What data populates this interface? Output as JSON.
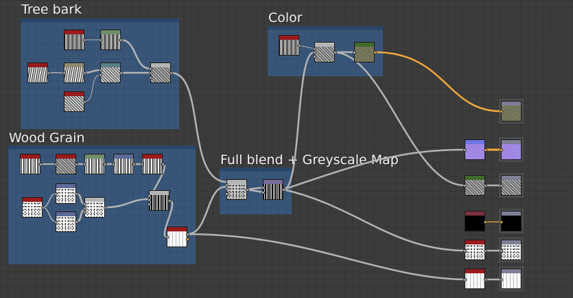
{
  "colors": {
    "background": "#3c3c3c",
    "frame": "#385a82",
    "wire": "#b5b5b5",
    "wire_active": "#f2a93b",
    "header_red": "#9a1a1e",
    "header_green": "#6f8f6a",
    "header_teal": "#5b7e85",
    "header_tan": "#8d8a70",
    "header_grey": "#b5b5b5",
    "header_blue": "#5d6a9a",
    "header_purple": "#7a6a9e",
    "header_darkgreen": "#3f6a2a",
    "header_output": "#7f7f95",
    "header_lightblue": "#6f76e6",
    "header_maroon": "#7a3040"
  },
  "frames": [
    {
      "id": "tree-bark",
      "title": "Tree bark"
    },
    {
      "id": "wood-grain",
      "title": "Wood Grain"
    },
    {
      "id": "color",
      "title": "Color"
    },
    {
      "id": "full-blend",
      "title": "Full blend + Greyscale Map"
    }
  ]
}
